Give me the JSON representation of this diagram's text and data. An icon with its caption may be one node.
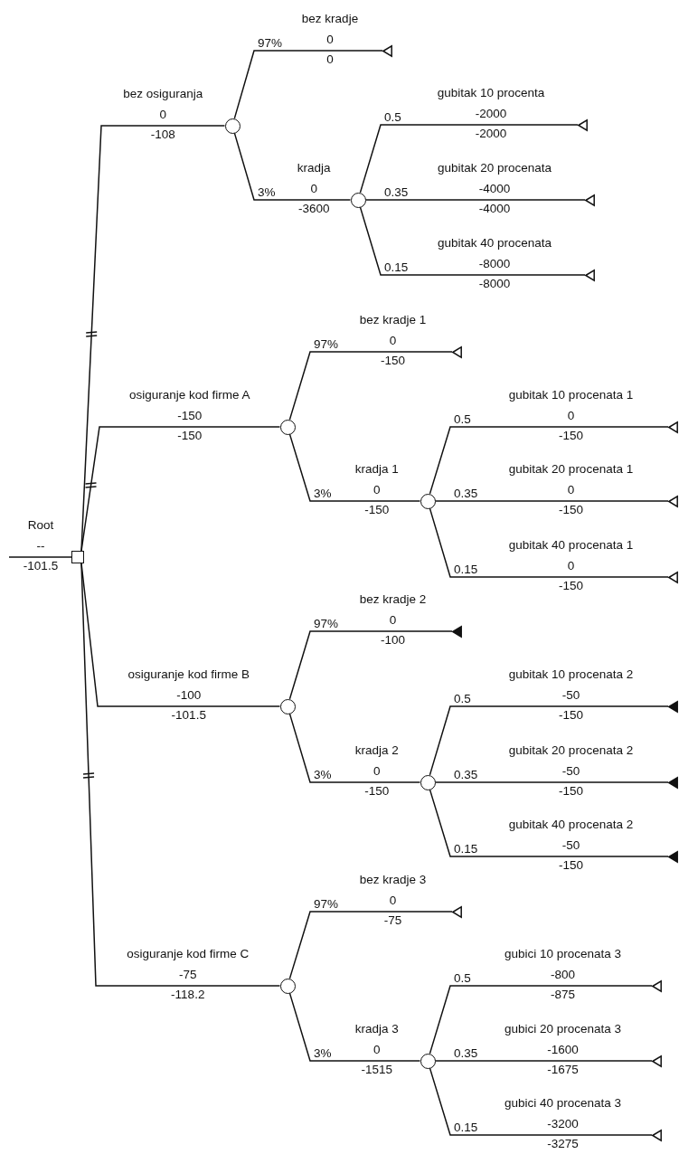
{
  "diagram": {
    "nodes": [
      {
        "text": [],
        "shape": "box",
        "beside": [
          "Root",
          "--",
          "-101.5"
        ]
      },
      {
        "text": [],
        "shape": "circle",
        "beside": [
          "bez osiguranja",
          "0",
          "-108"
        ]
      },
      {
        "text": [],
        "shape": "triangle",
        "beside": [
          "bez kradje",
          "0",
          "0"
        ]
      },
      {
        "text": [],
        "shape": "circle",
        "beside": [
          "kradja",
          "0",
          "-3600"
        ]
      },
      {
        "text": [],
        "shape": "triangle",
        "beside": [
          "gubitak 10 procenta",
          "-2000",
          "-2000"
        ]
      },
      {
        "text": [],
        "shape": "triangle",
        "beside": [
          "gubitak 20 procenata",
          "-4000",
          "-4000"
        ]
      },
      {
        "text": [],
        "shape": "triangle",
        "beside": [
          "gubitak 40 procenata",
          "-8000",
          "-8000"
        ]
      },
      {
        "text": [],
        "shape": "circle",
        "beside": [
          "osiguranje kod firme A",
          "-150",
          "-150"
        ]
      },
      {
        "text": [],
        "shape": "triangle",
        "beside": [
          "bez kradje 1",
          "0",
          "-150"
        ]
      },
      {
        "text": [],
        "shape": "circle",
        "beside": [
          "kradja 1",
          "0",
          "-150"
        ]
      },
      {
        "text": [],
        "shape": "triangle",
        "beside": [
          "gubitak 10 procenata 1",
          "0",
          "-150"
        ]
      },
      {
        "text": [],
        "shape": "triangle",
        "beside": [
          "gubitak 20 procenata 1",
          "0",
          "-150"
        ]
      },
      {
        "text": [],
        "shape": "triangle",
        "beside": [
          "gubitak 40 procenata 1",
          "0",
          "-150"
        ]
      },
      {
        "text": [],
        "shape": "circle",
        "beside": [
          "osiguranje kod firme B",
          "-100",
          "-101.5"
        ]
      },
      {
        "text": [],
        "shape": "filled-triangle",
        "beside": [
          "bez kradje 2",
          "0",
          "-100"
        ]
      },
      {
        "text": [],
        "shape": "circle",
        "beside": [
          "kradja 2",
          "0",
          "-150"
        ]
      },
      {
        "text": [],
        "shape": "filled-triangle",
        "beside": [
          "gubitak 10 procenata 2",
          "-50",
          "-150"
        ]
      },
      {
        "text": [],
        "shape": "filled-triangle",
        "beside": [
          "gubitak 20 procenata 2",
          "-50",
          "-150"
        ]
      },
      {
        "text": [],
        "shape": "filled-triangle",
        "beside": [
          "gubitak 40 procenata 2",
          "-50",
          "-150"
        ]
      },
      {
        "text": [],
        "shape": "circle",
        "beside": [
          "osiguranje kod firme C",
          "-75",
          "-118.2"
        ]
      },
      {
        "text": [],
        "shape": "triangle",
        "beside": [
          "bez kradje 3",
          "0",
          "-75"
        ]
      },
      {
        "text": [],
        "shape": "circle",
        "beside": [
          "kradja 3",
          "0",
          "-1515"
        ]
      },
      {
        "text": [],
        "shape": "triangle",
        "beside": [
          "gubici 10 procenata 3",
          "-800",
          "-875"
        ]
      },
      {
        "text": [],
        "shape": "triangle",
        "beside": [
          "gubici 20 procenata 3",
          "-1600",
          "-1675"
        ]
      },
      {
        "text": [],
        "shape": "triangle",
        "beside": [
          "gubici 40 procenata 3",
          "-3200",
          "-3275"
        ]
      }
    ],
    "edges": [
      {
        "from": null,
        "to": 0,
        "arrow": "none"
      },
      {
        "from": 0,
        "to": 1,
        "arrow": "none"
      },
      {
        "from": 1,
        "to": 2,
        "arrow": "none",
        "label": "97%"
      },
      {
        "from": 1,
        "to": 3,
        "arrow": "none",
        "label": "3%"
      },
      {
        "from": 3,
        "to": 4,
        "arrow": "none",
        "label": "0.5"
      },
      {
        "from": 3,
        "to": 5,
        "arrow": "none",
        "label": "0.35"
      },
      {
        "from": 3,
        "to": 6,
        "arrow": "none",
        "label": "0.15"
      },
      {
        "from": 0,
        "to": 7,
        "arrow": "none"
      },
      {
        "from": 7,
        "to": 8,
        "arrow": "none",
        "label": "97%"
      },
      {
        "from": 7,
        "to": 9,
        "arrow": "none",
        "label": "3%"
      },
      {
        "from": 9,
        "to": 10,
        "arrow": "none",
        "label": "0.5"
      },
      {
        "from": 9,
        "to": 11,
        "arrow": "none",
        "label": "0.35"
      },
      {
        "from": 9,
        "to": 12,
        "arrow": "none",
        "label": "0.15"
      },
      {
        "from": 0,
        "to": 13,
        "arrow": "none"
      },
      {
        "from": 13,
        "to": 14,
        "arrow": "none",
        "label": "97%"
      },
      {
        "from": 13,
        "to": 15,
        "arrow": "none",
        "label": "3%"
      },
      {
        "from": 15,
        "to": 16,
        "arrow": "none",
        "label": "0.5"
      },
      {
        "from": 15,
        "to": 17,
        "arrow": "none",
        "label": "0.35"
      },
      {
        "from": 15,
        "to": 18,
        "arrow": "none",
        "label": "0.15"
      },
      {
        "from": 0,
        "to": 19,
        "arrow": "none"
      },
      {
        "from": 19,
        "to": 20,
        "arrow": "none",
        "label": "97%"
      },
      {
        "from": 19,
        "to": 21,
        "arrow": "none",
        "label": "3%"
      },
      {
        "from": 21,
        "to": 22,
        "arrow": "none",
        "label": "0.5"
      },
      {
        "from": 21,
        "to": 23,
        "arrow": "none",
        "label": "0.35"
      },
      {
        "from": 21,
        "to": 24,
        "arrow": "none",
        "label": "0.15"
      }
    ]
  }
}
